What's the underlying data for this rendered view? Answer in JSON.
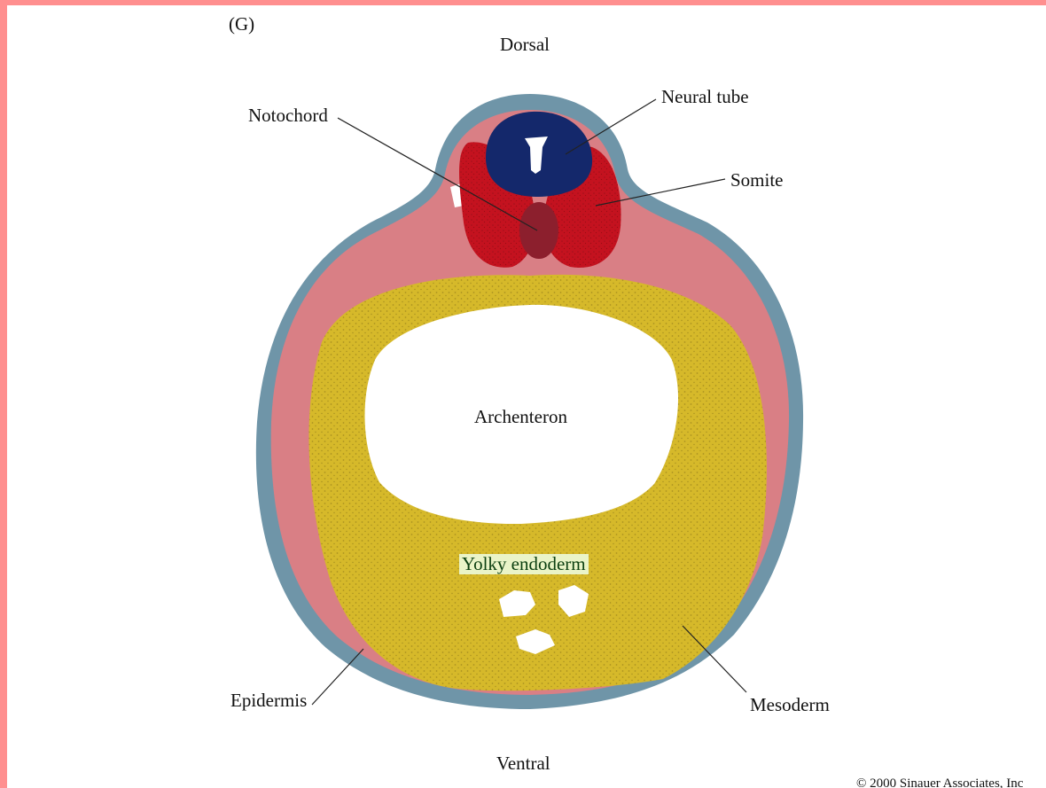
{
  "panel_label": "(G)",
  "orientation": {
    "top": "Dorsal",
    "bottom": "Ventral"
  },
  "labels": {
    "neural_tube": "Neural tube",
    "notochord": "Notochord",
    "somite": "Somite",
    "archenteron": "Archenteron",
    "yolky_endoderm": "Yolky endoderm",
    "epidermis": "Epidermis",
    "mesoderm": "Mesoderm"
  },
  "copyright": "© 2000 Sinauer Associates, Inc",
  "colors": {
    "page_border": "#ff8f8f",
    "epidermis": "#6f95a8",
    "mesoderm": "#d97f85",
    "endoderm": "#d6b92a",
    "neural_tube": "#14286b",
    "somite": "#c4121f",
    "notochord": "#8c1f2d",
    "yolky_label_bg": "#eaf4c8"
  }
}
